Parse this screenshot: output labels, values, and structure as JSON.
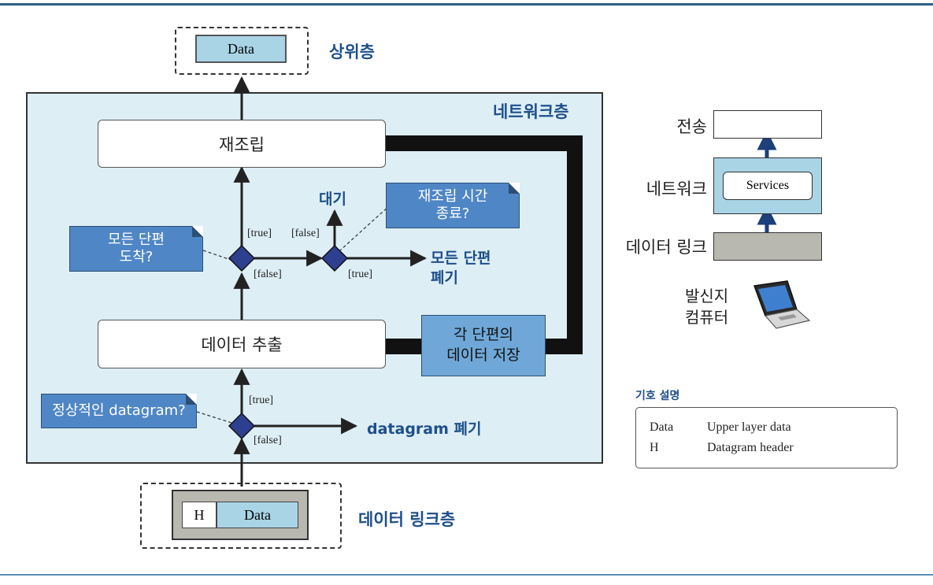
{
  "layers": {
    "upper": "상위층",
    "network": "네트워크층",
    "datalink": "데이터 링크층"
  },
  "packets": {
    "top_data": "Data",
    "bottom_header": "H",
    "bottom_data": "Data"
  },
  "process": {
    "reassembly": "재조립",
    "extract": "데이터 추출",
    "store_fragment": "각 단편의\n데이터 저장"
  },
  "notes": {
    "all_fragments_arrived": "모든 단편\n도착?",
    "reassembly_timeout": "재조립 시간\n종료?",
    "valid_datagram": "정상적인 datagram?"
  },
  "outcomes": {
    "wait": "대기",
    "discard_all": "모든 단편\n폐기",
    "discard_datagram": "datagram 폐기"
  },
  "branch_labels": {
    "true_1": "[true]",
    "false_1": "[false]",
    "false_2": "[false]",
    "true_2": "[true]",
    "true_3": "[true]",
    "false_3": "[false]"
  },
  "stack": {
    "transport": "전송",
    "network": "네트워크",
    "datalink": "데이터 링크",
    "services": "Services",
    "source_computer": "발신지\n컴퓨터"
  },
  "legend": {
    "title": "기호 설명",
    "rows": [
      {
        "symbol": "Data",
        "desc": "Upper layer data"
      },
      {
        "symbol": "H",
        "desc": "Datagram header"
      }
    ]
  },
  "colors": {
    "accent_blue": "#1e4f8a",
    "note_blue": "#4f86c6",
    "diamond": "#2d3f8f",
    "network_bg": "#ddeef5",
    "packet_blue": "#a9d4e6",
    "packet_gray": "#b8b8b0"
  },
  "icons": [
    "laptop-icon"
  ]
}
